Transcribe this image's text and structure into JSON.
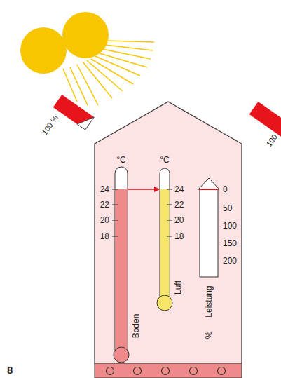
{
  "diagram": {
    "labels": [
      "100 %",
      "100",
      "°C",
      "24",
      "22",
      "20",
      "18",
      "Boden",
      "°C",
      "24",
      "22",
      "20",
      "18",
      "Luft",
      "0",
      "50",
      "100",
      "150",
      "200",
      "Leistung",
      "%",
      "8"
    ]
  }
}
